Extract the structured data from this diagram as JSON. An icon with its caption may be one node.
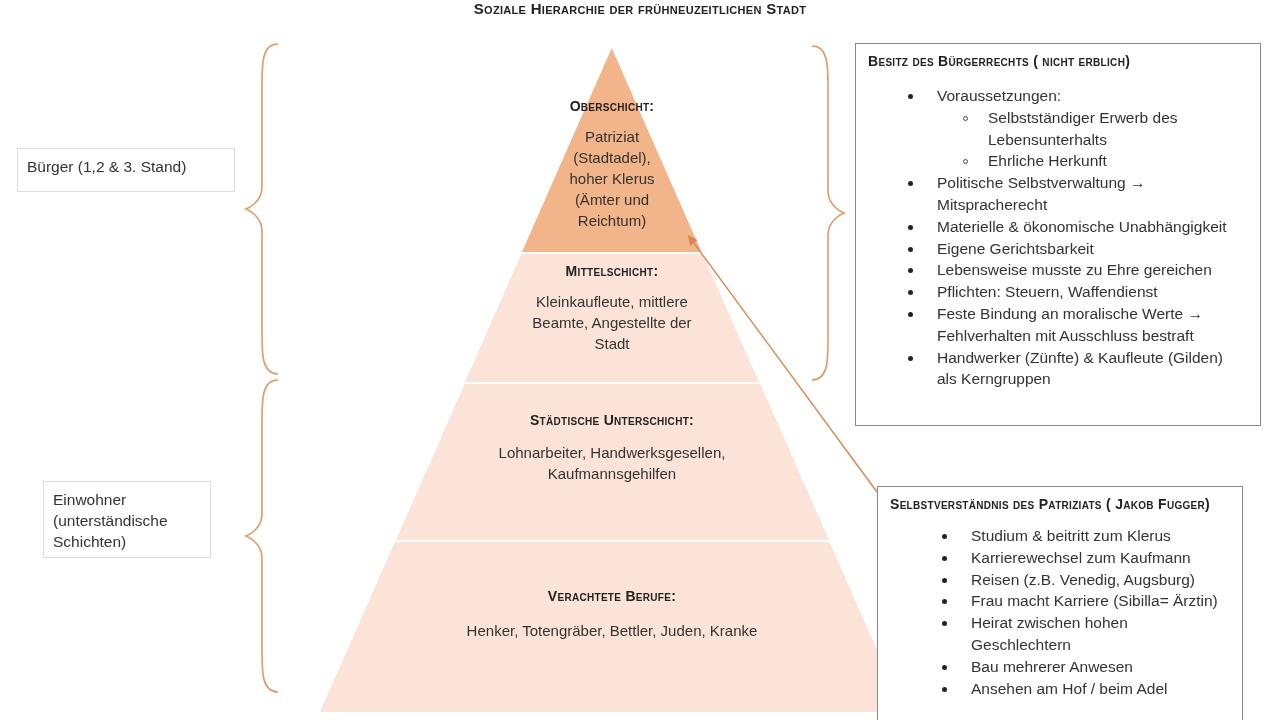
{
  "diagram": {
    "title": "Soziale Hierarchie der frühneuzeitlichen Stadt",
    "nodes": [
      {
        "text": [
          "Bürger (1,2 & 3. Stand)"
        ]
      },
      {
        "text": [
          "Einwohner (unterständische Schichten)"
        ]
      },
      {
        "text": [
          "Oberschicht:",
          "Patriziat (Stadtadel), hoher Klerus (Ämter und Reichtum)"
        ]
      },
      {
        "text": [
          "Mittelschicht:",
          "Kleinkaufleute, mittlere Beamte, Angestellte der Stadt"
        ]
      },
      {
        "text": [
          "Städtische Unterschicht:",
          "Lohnarbeiter, Handwerksgesellen, Kaufmannsgehilfen"
        ]
      },
      {
        "text": [
          "Verachtete Berufe:",
          "Henker, Totengräber, Bettler, Juden, Kranke"
        ]
      },
      {
        "text": [
          "Besitz des Bürgerrechts ( nicht erblich)",
          "Voraussetzungen:",
          "Selbstständiger Erwerb des Lebensunterhalts",
          "Ehrliche Herkunft",
          "Politische Selbstverwaltung → Mitspracherecht",
          "Materielle & ökonomische Unabhängigkeit",
          "Eigene Gerichtsbarkeit",
          "Lebensweise musste zu Ehre gereichen",
          "Pflichten: Steuern, Waffendienst",
          "Feste Bindung an moralische Werte → Fehlverhalten mit Ausschluss bestraft",
          "Handwerker (Zünfte) & Kaufleute (Gilden) als Kerngruppen"
        ]
      },
      {
        "text": [
          "Selbstverständnis des Patriziats ( Jakob Fugger)",
          "Studium &  beitritt zum Klerus",
          "Karrierewechsel zum Kaufmann",
          "Reisen (z.B. Venedig, Augsburg)",
          "Frau macht Karriere (Sibilla= Ärztin)",
          "Heirat zwischen hohen Geschlechtern",
          "Bau mehrerer Anwesen",
          "Ansehen am Hof / beim Adel"
        ]
      }
    ],
    "edges": [
      {
        "from": 7,
        "to": 2,
        "arrow": "to",
        "color": "#d9874f"
      }
    ]
  }
}
